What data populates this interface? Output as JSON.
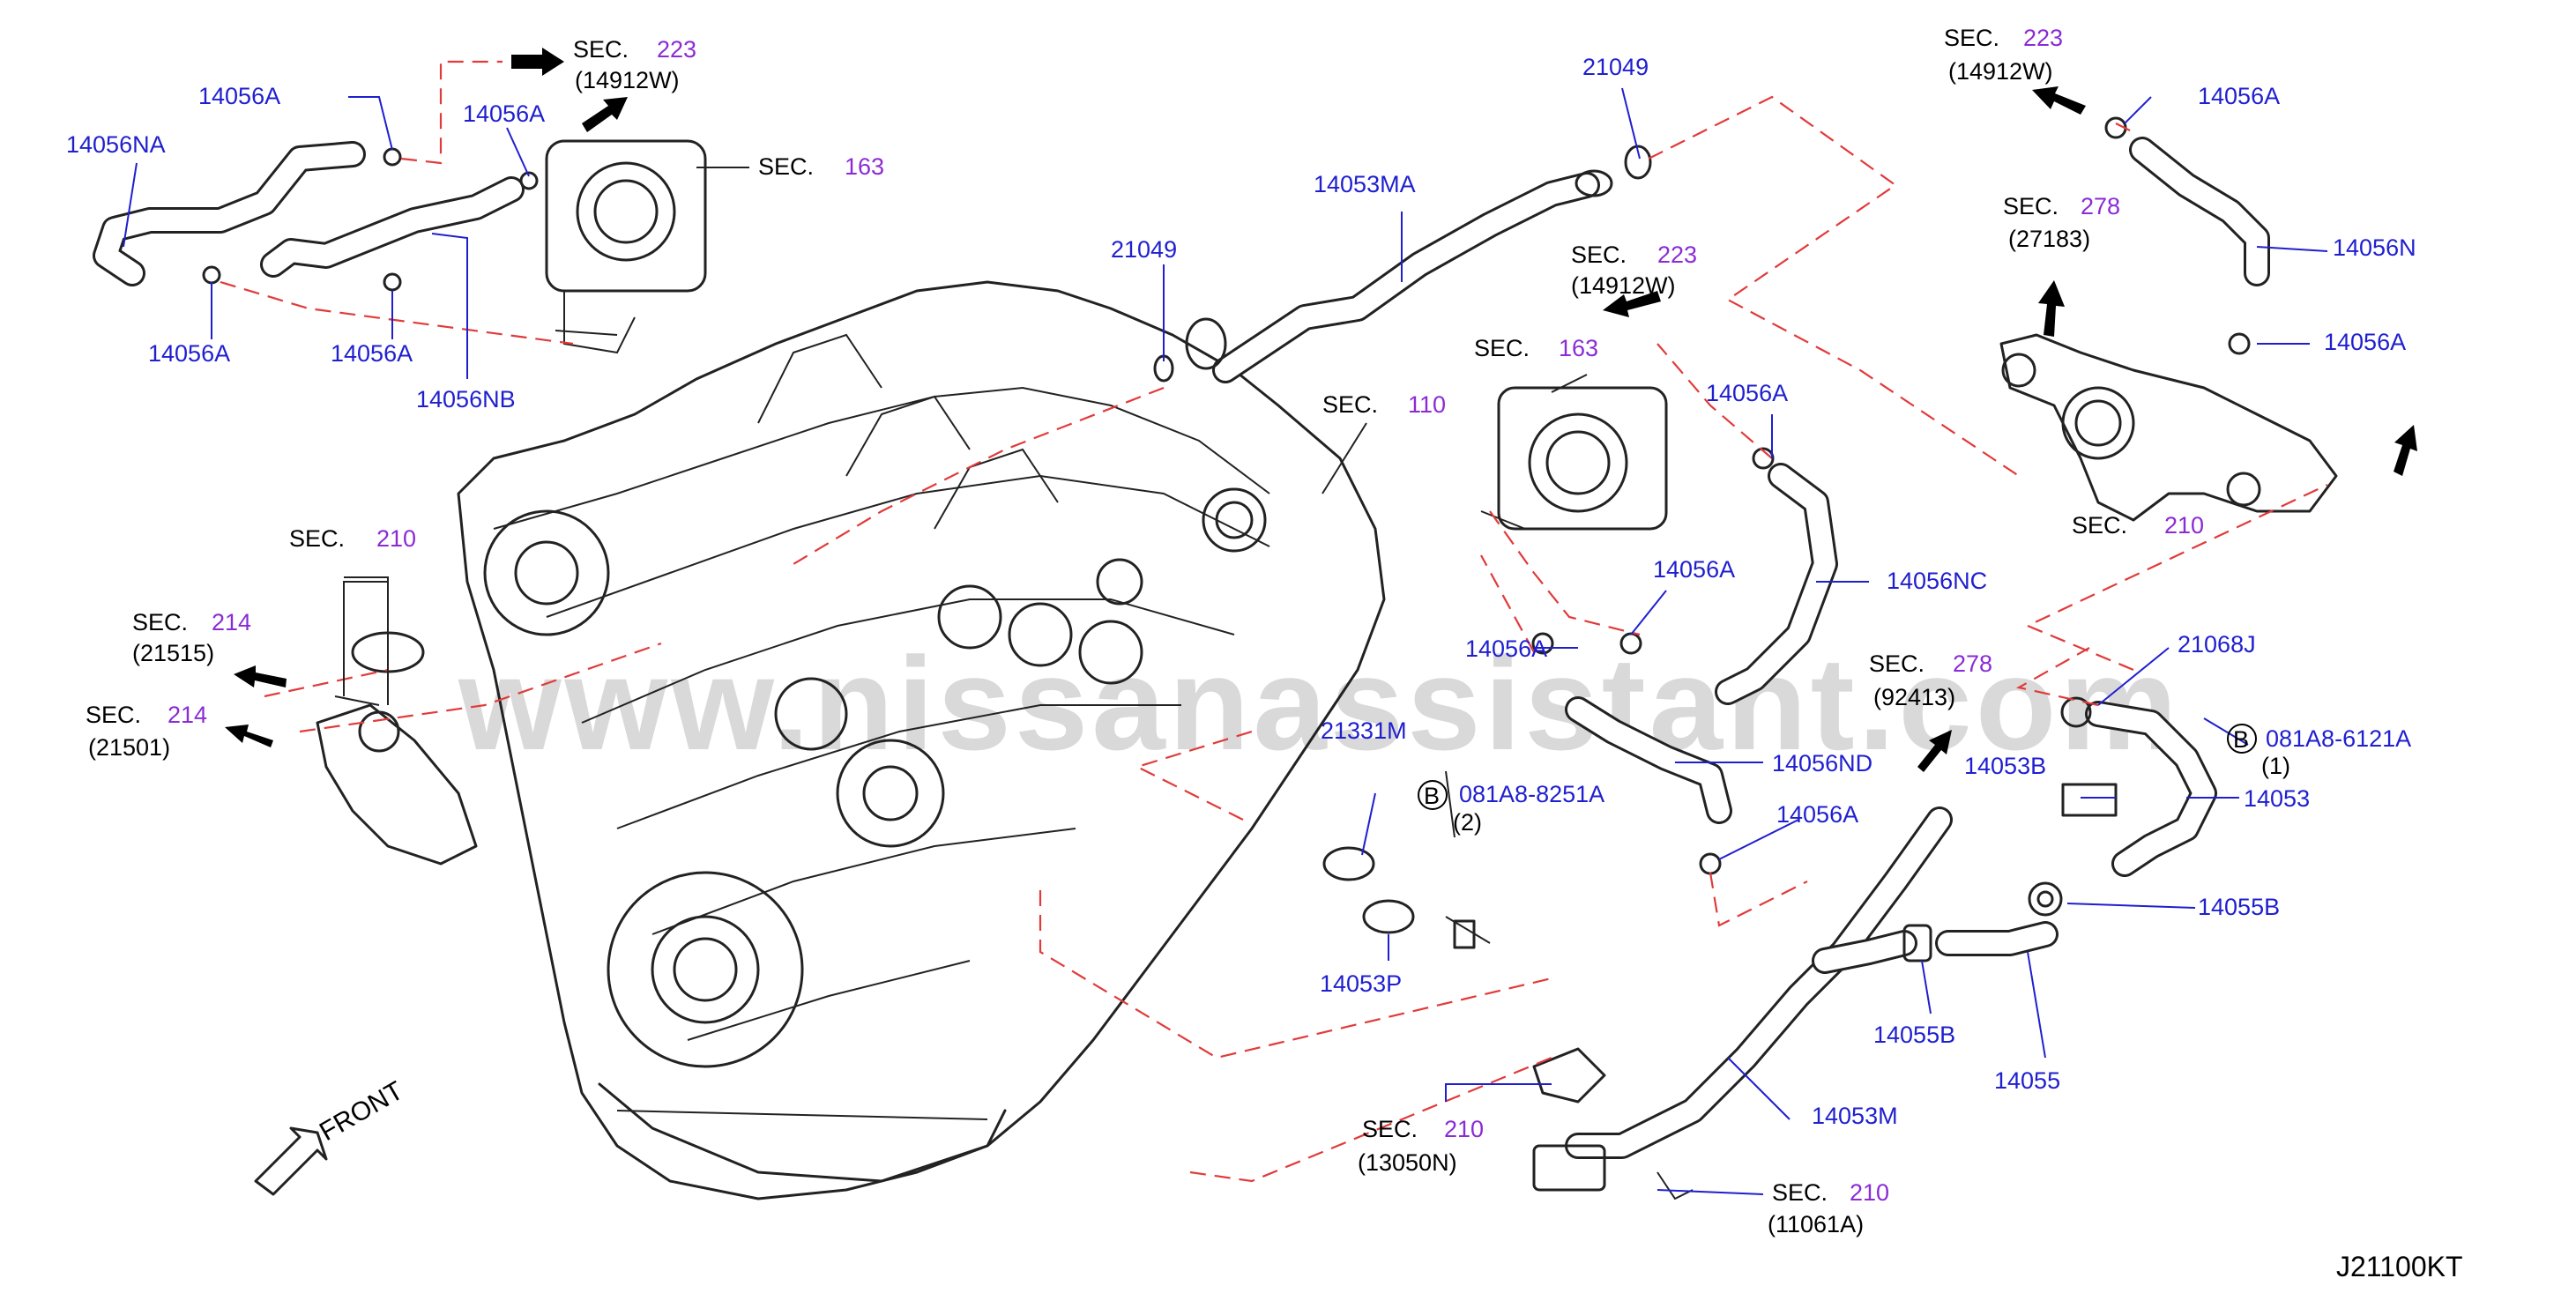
{
  "watermark": "www.nissanassistant.com",
  "diagram_code": "J21100KT",
  "front_label": "FRONT",
  "sec_prefix": "SEC.",
  "colors": {
    "part_number": "#1f1fd0",
    "section_number": "#8a2bd6",
    "dashed_line": "#e23a3a"
  },
  "parts": [
    {
      "id": "p14056A_1",
      "label": "14056A"
    },
    {
      "id": "p14056NA",
      "label": "14056NA"
    },
    {
      "id": "p14056A_2",
      "label": "14056A"
    },
    {
      "id": "p14056A_3",
      "label": "14056A"
    },
    {
      "id": "p14056A_4",
      "label": "14056A"
    },
    {
      "id": "p14056NB",
      "label": "14056NB"
    },
    {
      "id": "p21049_1",
      "label": "21049"
    },
    {
      "id": "p14053MA",
      "label": "14053MA"
    },
    {
      "id": "p21049_2",
      "label": "21049"
    },
    {
      "id": "p14056A_5",
      "label": "14056A"
    },
    {
      "id": "p14056N",
      "label": "14056N"
    },
    {
      "id": "p14056A_6",
      "label": "14056A"
    },
    {
      "id": "p14056A_7",
      "label": "14056A"
    },
    {
      "id": "p14056NC",
      "label": "14056NC"
    },
    {
      "id": "p14056A_8",
      "label": "14056A"
    },
    {
      "id": "p14056A_9",
      "label": "14056A"
    },
    {
      "id": "p14056ND",
      "label": "14056ND"
    },
    {
      "id": "p14056A_10",
      "label": "14056A"
    },
    {
      "id": "p21068J",
      "label": "21068J"
    },
    {
      "id": "p081A8_6121A",
      "label": "081A8-6121A",
      "qty": "(1)",
      "circle": "B"
    },
    {
      "id": "p14053B",
      "label": "14053B"
    },
    {
      "id": "p14053",
      "label": "14053"
    },
    {
      "id": "p14055B_1",
      "label": "14055B"
    },
    {
      "id": "p14055B_2",
      "label": "14055B"
    },
    {
      "id": "p14055",
      "label": "14055"
    },
    {
      "id": "p21331M",
      "label": "21331M"
    },
    {
      "id": "p081A8_8251A",
      "label": "081A8-8251A",
      "qty": "(2)",
      "circle": "B"
    },
    {
      "id": "p14053P",
      "label": "14053P"
    },
    {
      "id": "p14053M",
      "label": "14053M"
    }
  ],
  "sections": [
    {
      "id": "s223_a",
      "num": "223",
      "ref": "(14912W)"
    },
    {
      "id": "s163_a",
      "num": "163",
      "ref": ""
    },
    {
      "id": "s223_b",
      "num": "223",
      "ref": "(14912W)"
    },
    {
      "id": "s163_b",
      "num": "163",
      "ref": ""
    },
    {
      "id": "s110",
      "num": "110",
      "ref": ""
    },
    {
      "id": "s223_c",
      "num": "223",
      "ref": "(14912W)"
    },
    {
      "id": "s278_a",
      "num": "278",
      "ref": "(27183)"
    },
    {
      "id": "s210_a",
      "num": "210",
      "ref": ""
    },
    {
      "id": "s210_b",
      "num": "210",
      "ref": ""
    },
    {
      "id": "s214_a",
      "num": "214",
      "ref": "(21515)"
    },
    {
      "id": "s214_b",
      "num": "214",
      "ref": "(21501)"
    },
    {
      "id": "s278_b",
      "num": "278",
      "ref": "(92413)"
    },
    {
      "id": "s210_c",
      "num": "210",
      "ref": "(13050N)"
    },
    {
      "id": "s210_d",
      "num": "210",
      "ref": "(11061A)"
    }
  ]
}
